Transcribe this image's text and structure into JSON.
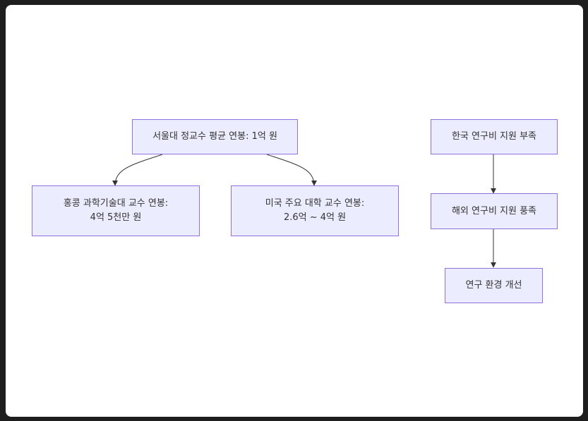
{
  "diagram": {
    "nodes": {
      "snu": {
        "lines": [
          "서울대 정교수 평균 연봉: 1억 원"
        ]
      },
      "hk": {
        "lines": [
          "홍콩 과학기술대 교수 연봉:",
          "4억 5천만 원"
        ]
      },
      "us": {
        "lines": [
          "미국 주요 대학 교수 연봉:",
          "2.6억 ~ 4억 원"
        ]
      },
      "korea": {
        "lines": [
          "한국 연구비 지원 부족"
        ]
      },
      "abroad": {
        "lines": [
          "해외 연구비 지원 풍족"
        ]
      },
      "env": {
        "lines": [
          "연구 환경 개선"
        ]
      }
    },
    "edges": [
      {
        "from": "snu",
        "to": "hk"
      },
      {
        "from": "snu",
        "to": "us"
      },
      {
        "from": "korea",
        "to": "abroad"
      },
      {
        "from": "abroad",
        "to": "env"
      }
    ],
    "colors": {
      "node_fill": "#ececff",
      "node_border": "#9370db",
      "edge": "#333333",
      "text": "#333333"
    }
  }
}
